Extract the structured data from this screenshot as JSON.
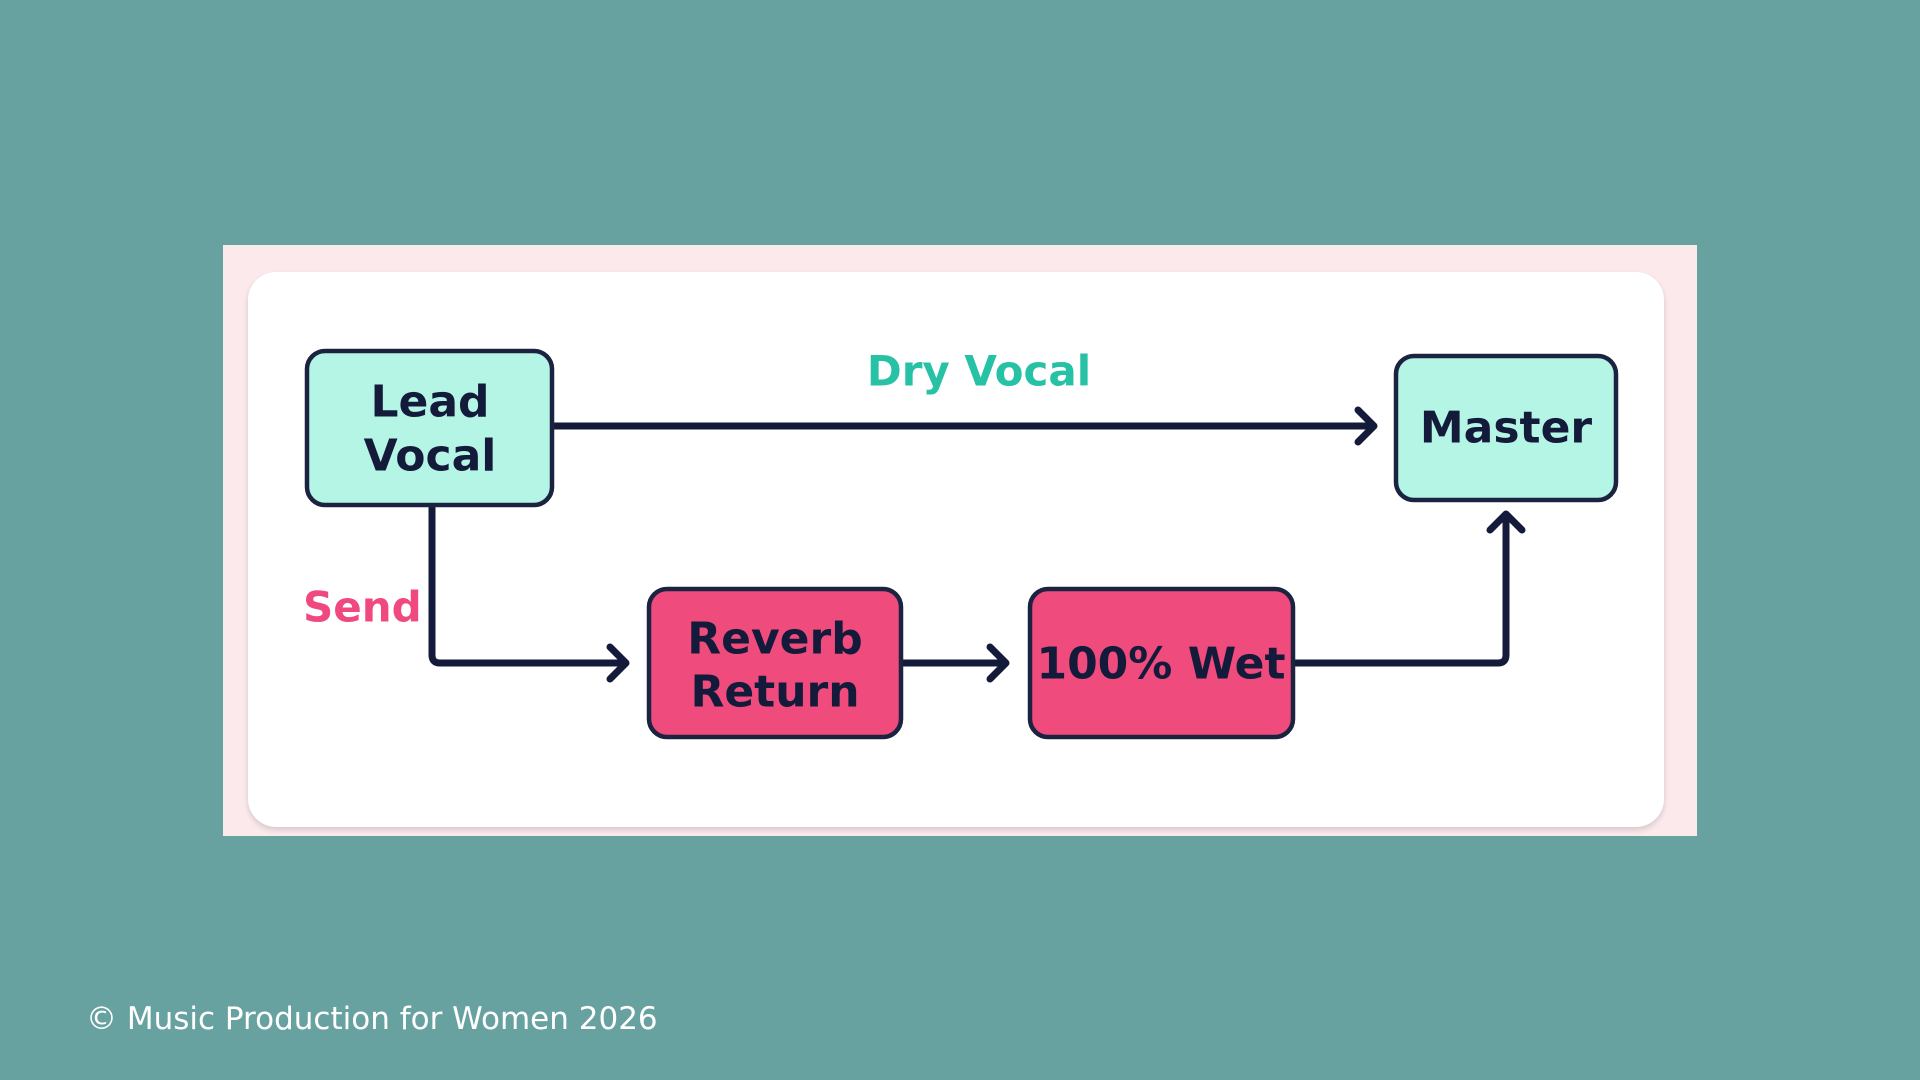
{
  "colors": {
    "background": "#68a2a0",
    "node_teal": "#b5f5e6",
    "node_pink": "#ef4b7d",
    "edge": "#141b3a",
    "dry_label": "#27c2a6",
    "send_label": "#f0497f"
  },
  "diagram": {
    "nodes": {
      "lead_vocal": {
        "line1": "Lead",
        "line2": "Vocal"
      },
      "master": {
        "label": "Master"
      },
      "reverb_return": {
        "line1": "Reverb",
        "line2": "Return"
      },
      "wet": {
        "label": "100% Wet"
      }
    },
    "edges": [
      {
        "from": "lead_vocal",
        "to": "master",
        "label": "Dry Vocal"
      },
      {
        "from": "lead_vocal",
        "to": "reverb_return",
        "label": "Send"
      },
      {
        "from": "reverb_return",
        "to": "wet",
        "label": ""
      },
      {
        "from": "wet",
        "to": "master",
        "label": ""
      }
    ]
  },
  "footer": {
    "copyright": "© Music Production for Women 2026"
  }
}
